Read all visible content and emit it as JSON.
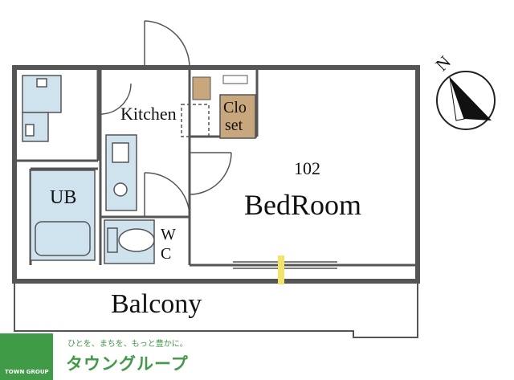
{
  "rooms": {
    "kitchen": "Kitchen",
    "closet_line1": "Clo",
    "closet_line2": "set",
    "unit_number": "102",
    "bedroom": "BedRoom",
    "bath": "UB",
    "wc_line1": "W",
    "wc_line2": "C",
    "balcony": "Balcony"
  },
  "compass": {
    "north_label": "N"
  },
  "brand": {
    "slogan": "ひとを、まちを、もっと豊かに。",
    "name": "タウングループ",
    "logo_text": "TOWN GROUP"
  },
  "colors": {
    "fixture_blue": "#cfe3ee",
    "closet_brown": "#c8a77c",
    "wall": "#555555",
    "brand_green": "#3f9b46"
  },
  "icons": [
    "compass-icon",
    "tree-logo-icon"
  ]
}
